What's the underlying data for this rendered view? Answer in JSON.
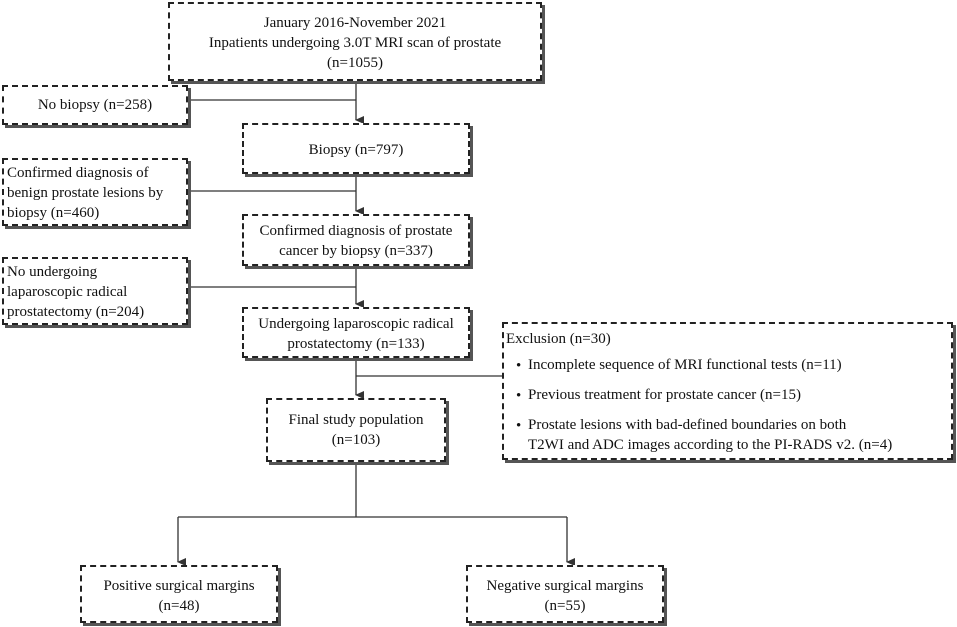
{
  "boxes": {
    "start": {
      "lines": [
        "January 2016-November 2021",
        "Inpatients undergoing 3.0T MRI scan of prostate",
        "(n=1055)"
      ]
    },
    "no_biopsy": {
      "lines": [
        "No biopsy (n=258)"
      ]
    },
    "biopsy": {
      "lines": [
        "Biopsy  (n=797)"
      ]
    },
    "benign": {
      "lines": [
        "Confirmed diagnosis of",
        "benign prostate lesions by",
        "biopsy (n=460)"
      ]
    },
    "cancer": {
      "lines": [
        "Confirmed diagnosis of prostate",
        "cancer by biopsy  (n=337)"
      ]
    },
    "no_lrp": {
      "lines": [
        "No undergoing",
        "laparoscopic radical",
        "prostatectomy (n=204)"
      ]
    },
    "lrp": {
      "lines": [
        "Undergoing laparoscopic radical",
        "prostatectomy (n=133)"
      ]
    },
    "exclusion": {
      "title": "Exclusion (n=30)",
      "items": [
        "Incomplete sequence of MRI functional tests (n=11)",
        "Previous treatment for prostate cancer (n=15)",
        "Prostate lesions with bad-defined boundaries on both"
      ],
      "continuation": "T2WI and ADC images according to the PI-RADS v2.  (n=4)",
      "bullet_symbol": "•"
    },
    "final": {
      "lines": [
        "Final study population",
        "(n=103)"
      ]
    },
    "positive": {
      "lines": [
        "Positive surgical margins",
        "(n=48)"
      ]
    },
    "negative": {
      "lines": [
        "Negative surgical margins",
        "(n=55)"
      ]
    }
  },
  "colors": {
    "border": "#222222",
    "shadow": "#555555",
    "line": "#333333"
  }
}
